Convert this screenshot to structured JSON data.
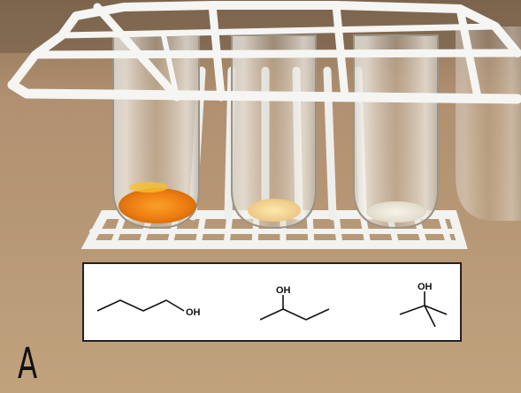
{
  "figure": {
    "panel_label": "A",
    "molecules": [
      {
        "name": "1-butanol",
        "label": "OH"
      },
      {
        "name": "2-butanol",
        "label": "OH"
      },
      {
        "name": "tert-butanol",
        "label": "OH"
      }
    ],
    "tubes": [
      {
        "content": "orange-precipitate",
        "color": "#f08a1a"
      },
      {
        "content": "pale-yellow-precipitate",
        "color": "#f4d58a"
      },
      {
        "content": "white-precipitate",
        "color": "#ece8d8"
      }
    ],
    "colors": {
      "background_board": "#b89873",
      "rack": "#f4f4f2"
    }
  }
}
